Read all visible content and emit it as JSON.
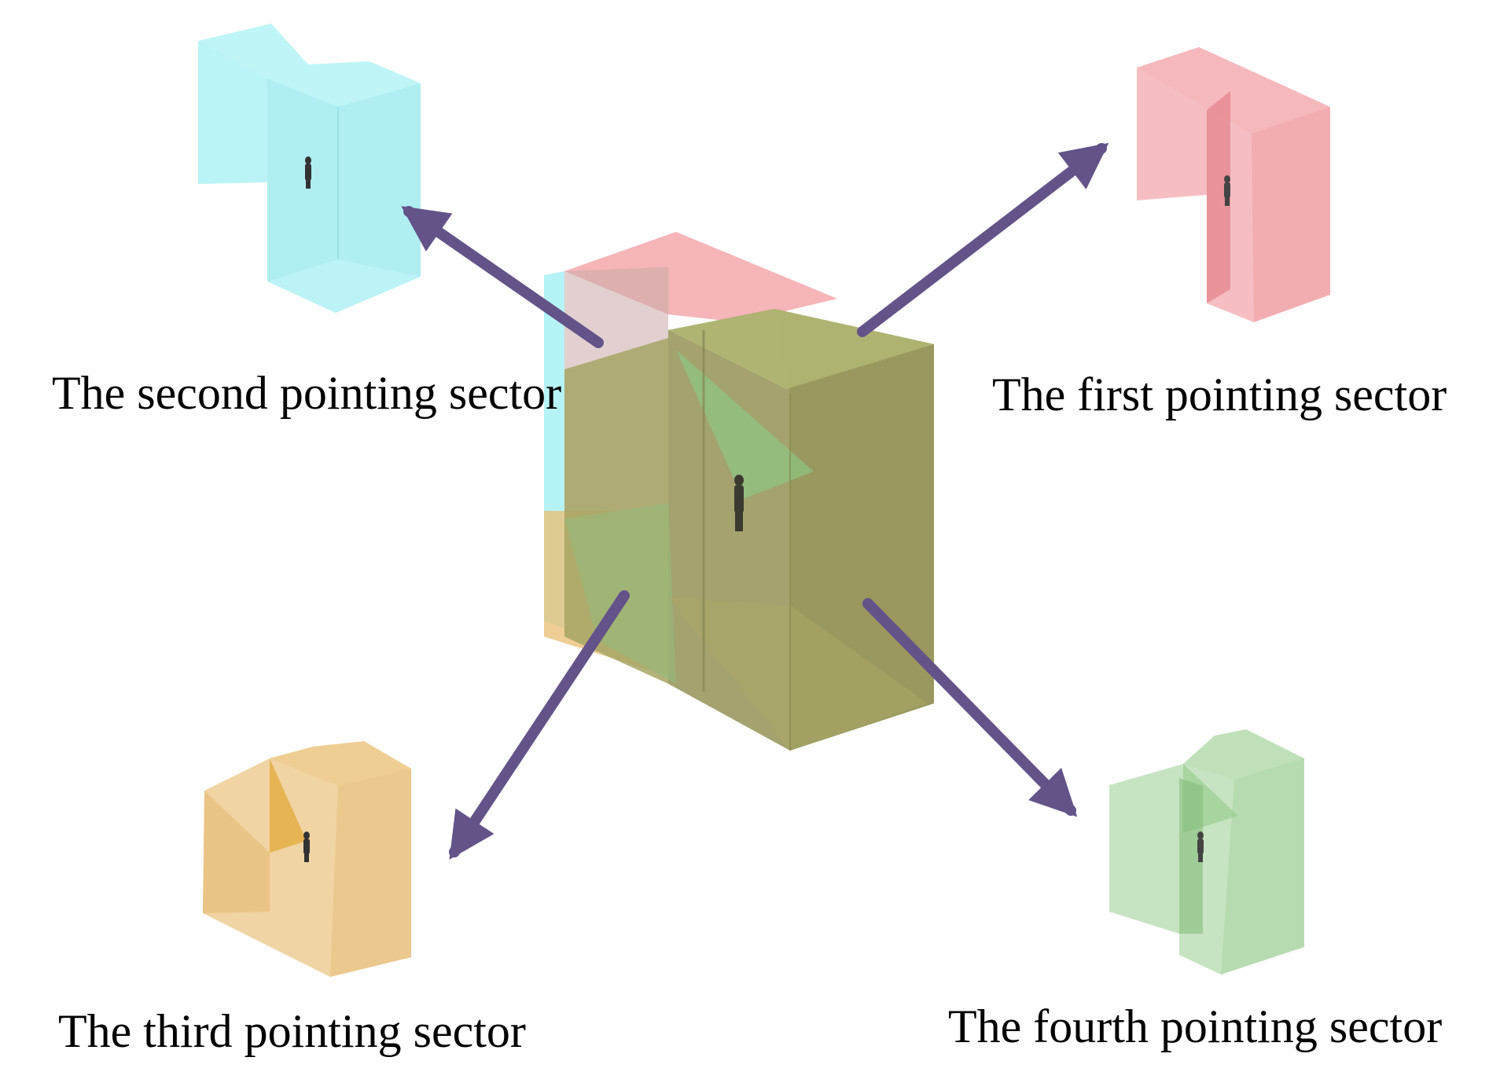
{
  "labels": {
    "first": "The first pointing sector",
    "second": "The second pointing sector",
    "third": "The third pointing sector",
    "fourth": "The fourth pointing sector"
  },
  "colors": {
    "arrow": "#635389",
    "sector_first": "#f2a3a8",
    "sector_second": "#a9f1f4",
    "sector_third": "#e9bd72",
    "sector_fourth": "#a9d6a1",
    "combined": "#9c9a63",
    "figure": "#333333"
  },
  "icons": [
    "human-figure-icon",
    "arrow-icon"
  ]
}
